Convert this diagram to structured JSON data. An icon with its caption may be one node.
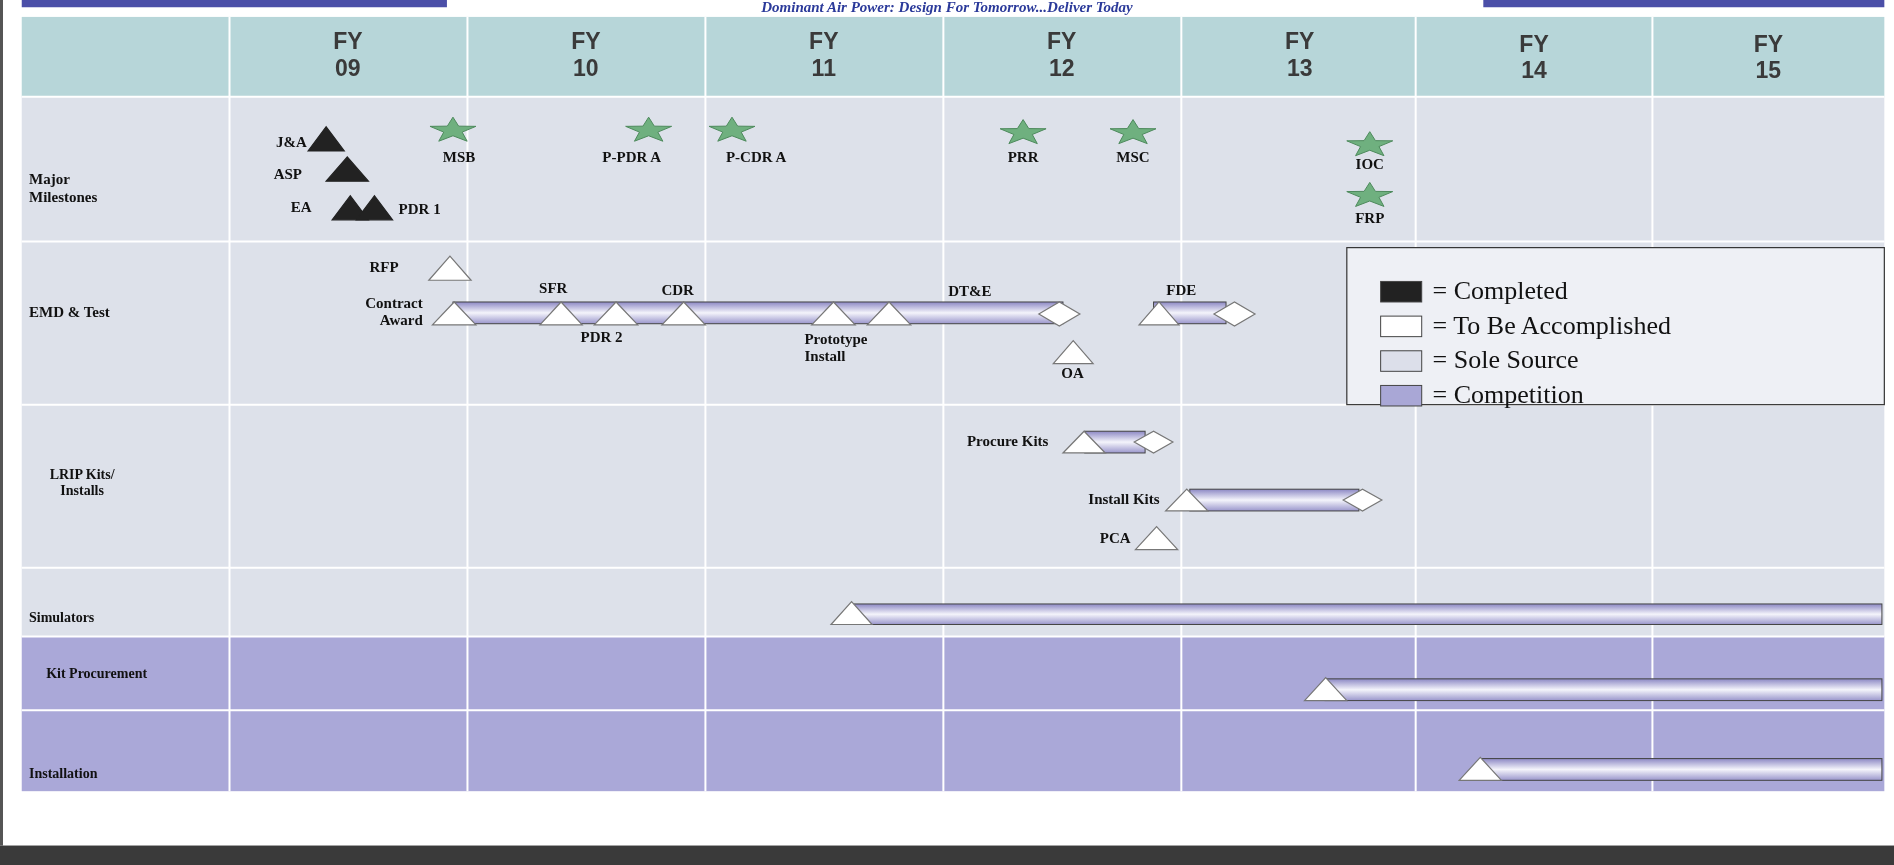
{
  "diagram": {
    "title": "Dominant Air Power: Design For Tomorrow...Deliver Today",
    "nodes": [
      {
        "text": [],
        "shape": "bar"
      },
      {
        "text": [],
        "shape": "bar"
      },
      {
        "text": [],
        "shape": "bar"
      },
      {
        "text": [],
        "shape": "bar"
      },
      {
        "text": [],
        "shape": "bar"
      },
      {
        "text": [],
        "shape": "bar"
      },
      {
        "text": [],
        "shape": "bar"
      }
    ],
    "labels": [
      "FY 09",
      "FY 10",
      "FY 11",
      "FY 12",
      "FY 13",
      "FY 14",
      "FY 15",
      "Major Milestones",
      "J&A",
      "MSB",
      "P-PDR A",
      "P-CDR A",
      "PRR",
      "MSC",
      "IOC",
      "ASP",
      "EA",
      "PDR 1",
      "FRP",
      "RFP",
      "EMD & Test",
      "Contract Award",
      "SFR",
      "CDR",
      "DT&E",
      "FDE",
      "PDR 2",
      "Prototype Install",
      "OA",
      "Procure Kits",
      "LRIP Kits/ Installs",
      "Install Kits",
      "PCA",
      "Simulators",
      "Kit Procurement",
      "Installation"
    ],
    "legend": [
      {
        "text": "= Completed",
        "color": "#222222"
      },
      {
        "text": "= To Be Accomplished",
        "color": "#ffffff"
      },
      {
        "text": "= Sole Source",
        "color": "#dcdfea"
      },
      {
        "text": "= Competition",
        "color": "#a9a7d6"
      }
    ]
  }
}
